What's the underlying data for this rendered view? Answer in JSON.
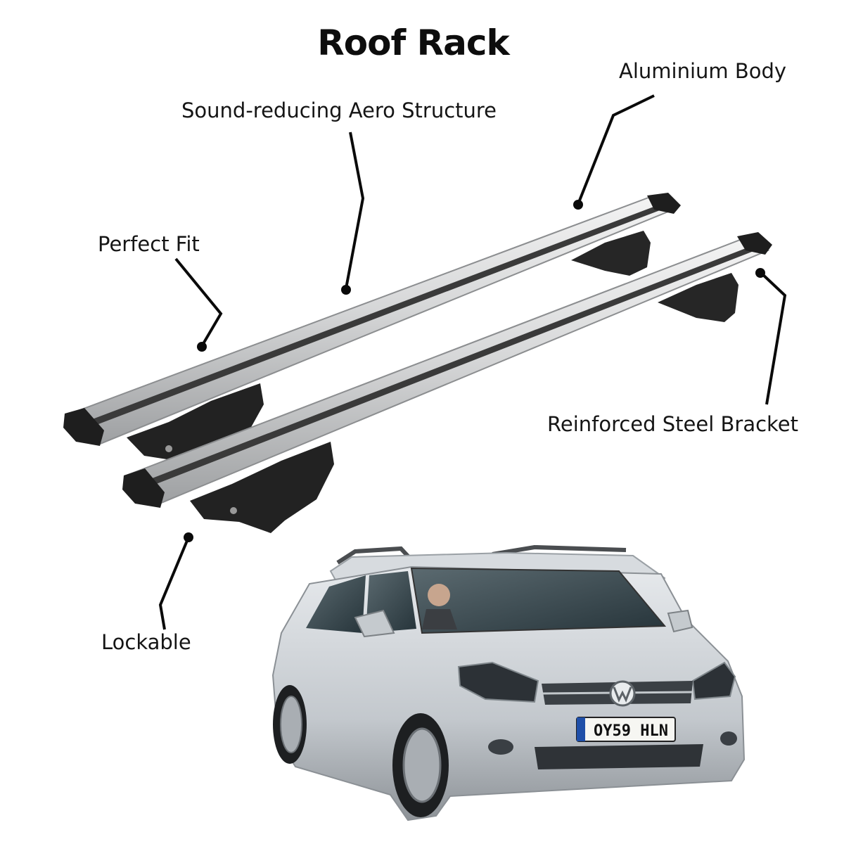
{
  "title": "Roof Rack",
  "features": {
    "aero": "Sound-reducing Aero Structure",
    "aluminium": "Aluminium Body",
    "fit": "Perfect Fit",
    "bracket": "Reinforced Steel Bracket",
    "lockable": "Lockable"
  },
  "car": {
    "plate": "OY59 HLN"
  },
  "colors": {
    "bar": "#d9dadb",
    "foot": "#2a2a2a",
    "car_body": "#c9cdd1",
    "leader": "#0a0a0a"
  }
}
